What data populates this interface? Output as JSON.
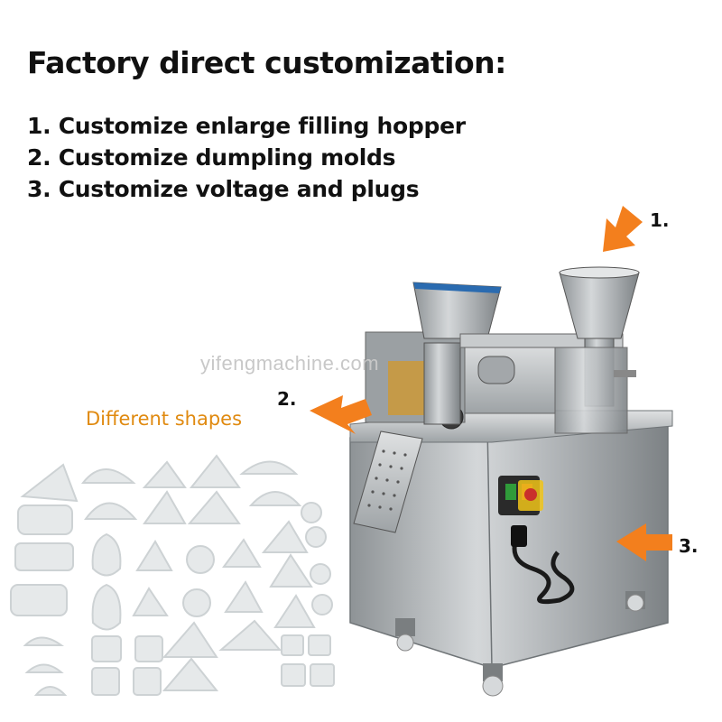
{
  "headline": "Factory direct customization:",
  "items": [
    "1. Customize enlarge filling hopper",
    "2. Customize dumpling molds",
    "3. Customize voltage and plugs"
  ],
  "shapes_label": "Different shapes",
  "watermark": "yifengmachine.com",
  "callouts": [
    "1.",
    "2.",
    "3."
  ],
  "colors": {
    "arrow": "#f37f1d",
    "label": "#e08a10",
    "steel": "#b9bdc1"
  }
}
